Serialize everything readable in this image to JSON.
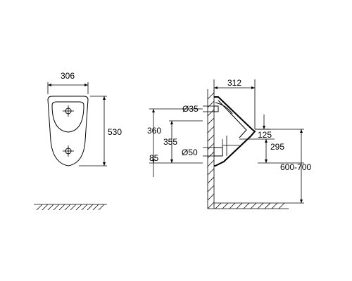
{
  "front_view": {
    "width_label": "306",
    "height_label": "530"
  },
  "side_view": {
    "depth_label": "312",
    "inlet_diameter_label": "Ø35",
    "inlet_height_label": "360",
    "outlet_height_label": "355",
    "outlet_diameter_label": "Ø50",
    "outlet_offset_label": "85",
    "rim_offset_label": "125",
    "rim_to_outlet_label": "295",
    "mounting_height_label": "600-700"
  }
}
